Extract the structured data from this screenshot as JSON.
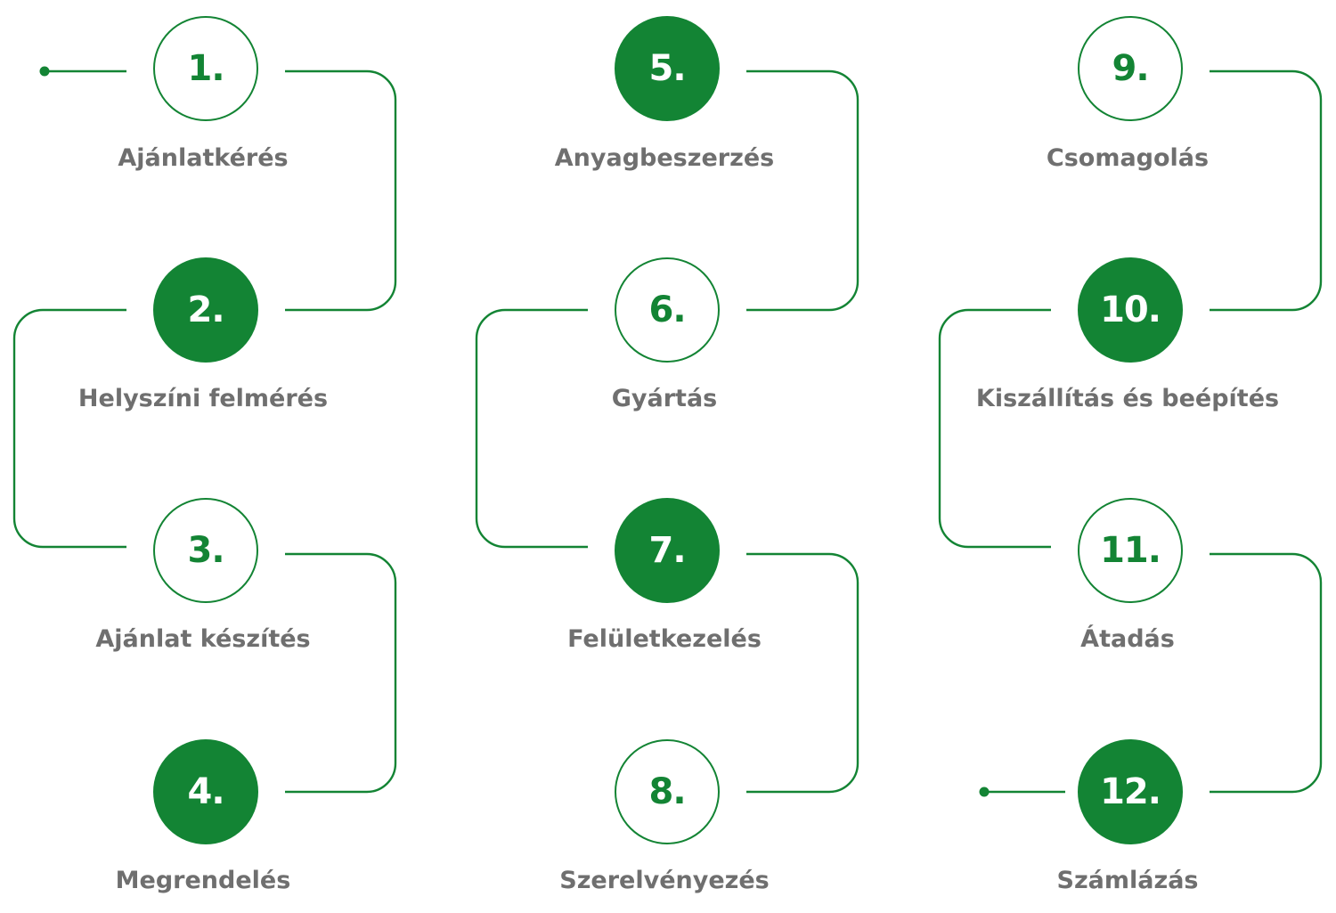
{
  "colors": {
    "accent": "#138434",
    "label": "#6f6f6f",
    "background": "#ffffff"
  },
  "steps": [
    {
      "number": "1.",
      "label": "Ajánlatkérés",
      "filled": false
    },
    {
      "number": "2.",
      "label": "Helyszíni felmérés",
      "filled": true
    },
    {
      "number": "3.",
      "label": "Ajánlat készítés",
      "filled": false
    },
    {
      "number": "4.",
      "label": "Megrendelés",
      "filled": true
    },
    {
      "number": "5.",
      "label": "Anyagbeszerzés",
      "filled": true
    },
    {
      "number": "6.",
      "label": "Gyártás",
      "filled": false
    },
    {
      "number": "7.",
      "label": "Felületkezelés",
      "filled": true
    },
    {
      "number": "8.",
      "label": "Szerelvényezés",
      "filled": false
    },
    {
      "number": "9.",
      "label": "Csomagolás",
      "filled": false
    },
    {
      "number": "10.",
      "label": "Kiszállítás és beépítés",
      "filled": true
    },
    {
      "number": "11.",
      "label": "Átadás",
      "filled": false
    },
    {
      "number": "12.",
      "label": "Számlázás",
      "filled": true
    }
  ]
}
